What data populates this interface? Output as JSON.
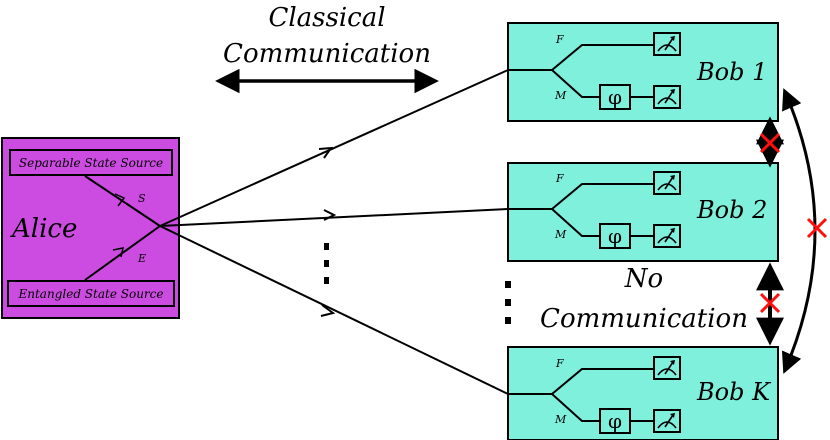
{
  "alice": {
    "name": "Alice",
    "separable_source": "Separable State Source",
    "entangled_source": "Entangled State Source",
    "separable_port": "S",
    "entangled_port": "E",
    "fill": "#cc4be0"
  },
  "bobs": [
    {
      "name": "Bob 1",
      "port_f": "F",
      "port_m": "M",
      "phase": "φ"
    },
    {
      "name": "Bob 2",
      "port_f": "F",
      "port_m": "M",
      "phase": "φ"
    },
    {
      "name": "Bob K",
      "port_f": "F",
      "port_m": "M",
      "phase": "φ"
    }
  ],
  "bob_fill": "#7ef0dc",
  "classical": {
    "line1": "Classical",
    "line2": "Communication"
  },
  "no_comm": {
    "line1": "No",
    "line2": "Communication"
  },
  "cross_color": "#ff1010"
}
